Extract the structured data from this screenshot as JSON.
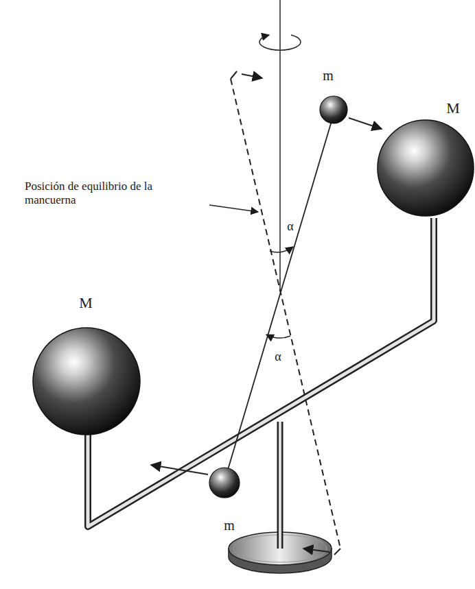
{
  "diagram": {
    "labels": [
      "m",
      "M",
      "Posición de equilibrio de la mancuerna",
      "α",
      "α",
      "M",
      "m"
    ]
  }
}
